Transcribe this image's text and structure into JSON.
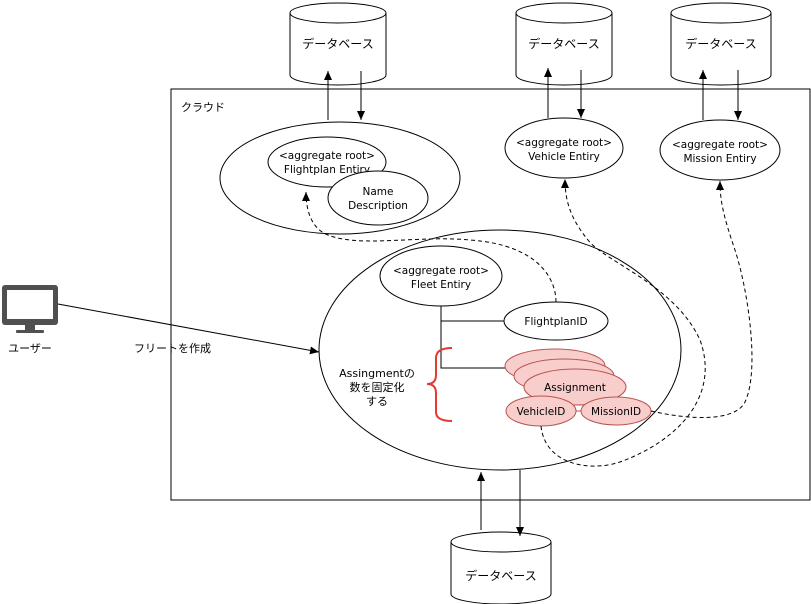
{
  "cloud": {
    "label": "クラウド"
  },
  "databases": {
    "flightplan": "データベース",
    "vehicle": "データベース",
    "mission": "データベース",
    "fleet": "データベース"
  },
  "entities": {
    "flightplan": {
      "line1": "<aggregate root>",
      "line2": "Flightplan Entiry"
    },
    "name_description": {
      "line1": "Name",
      "line2": "Description"
    },
    "vehicle": {
      "line1": "<aggregate root>",
      "line2": "Vehicle Entiry"
    },
    "mission": {
      "line1": "<aggregate root>",
      "line2": "Mission Entiry"
    },
    "fleet": {
      "line1": "<aggregate root>",
      "line2": "Fleet Entiry"
    },
    "flightplan_id": "FlightplanID",
    "assignment": "Assignment",
    "vehicle_id": "VehicleID",
    "mission_id": "MissionID"
  },
  "note": {
    "line1": "Assingmentの",
    "line2": "数を固定化",
    "line3": "する"
  },
  "user": {
    "label": "ユーザー"
  },
  "action": {
    "label": "フリートを作成"
  },
  "colors": {
    "assignment_fill": "#f8cecc",
    "assignment_stroke": "#b85450",
    "brace": "#e53935",
    "line": "#000000",
    "monitor": "#505050"
  }
}
